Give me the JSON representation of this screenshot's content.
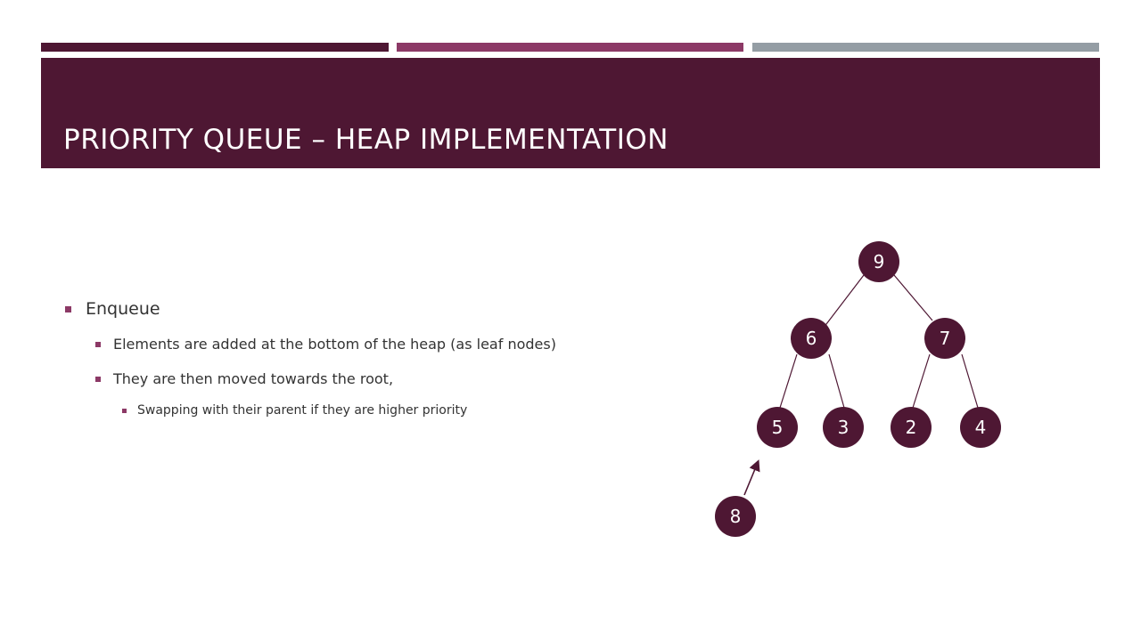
{
  "colors": {
    "primary": "#4e1733",
    "accent": "#8c3966",
    "gray": "#949da4",
    "text": "#333333",
    "node": "#4e1733"
  },
  "slide": {
    "title": "PRIORITY  QUEUE – HEAP IMPLEMENTATION"
  },
  "bullets": {
    "level1": "Enqueue",
    "level2": [
      "Elements are added at the bottom of the heap (as leaf nodes)",
      "They are then moved towards the root,"
    ],
    "level3": "Swapping with their parent if they are higher priority"
  },
  "heap": {
    "nodes": [
      "9",
      "6",
      "7",
      "5",
      "3",
      "2",
      "4"
    ],
    "new_node": "8"
  }
}
